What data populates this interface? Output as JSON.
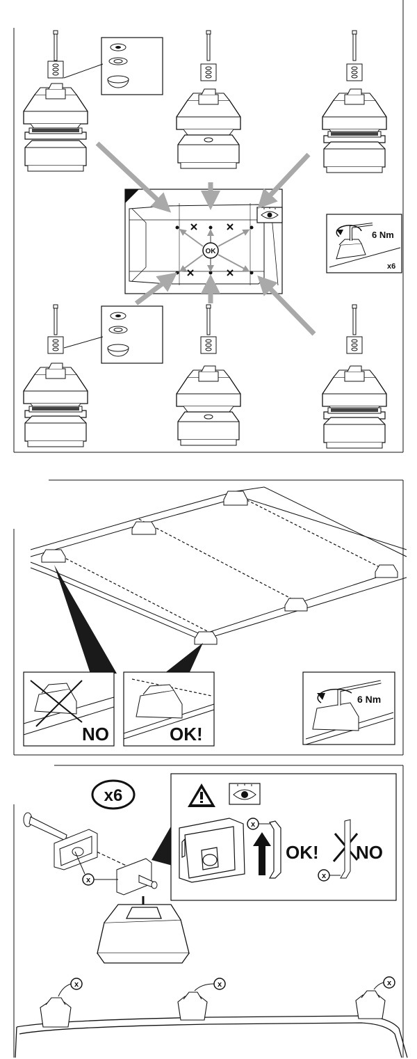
{
  "panel1": {
    "torque_label": "6 Nm",
    "multiplier_label": "x6",
    "ok_label": "OK"
  },
  "panel2": {
    "no_label": "NO",
    "ok_label": "OK!",
    "torque_label": "6 Nm"
  },
  "panel3": {
    "count_label": "x6",
    "ok_label": "OK!",
    "no_label": "NO",
    "part_marker": "x"
  },
  "icons": [
    "warning-icon",
    "eye-icon",
    "hex-key-icon",
    "bolt-icon",
    "washer-icon",
    "foot-icon",
    "arrow-icon",
    "cross-icon"
  ],
  "colors": {
    "line": "#111111",
    "arrow": "#a9a9a9",
    "fill_dark": "#1a1a1a"
  }
}
